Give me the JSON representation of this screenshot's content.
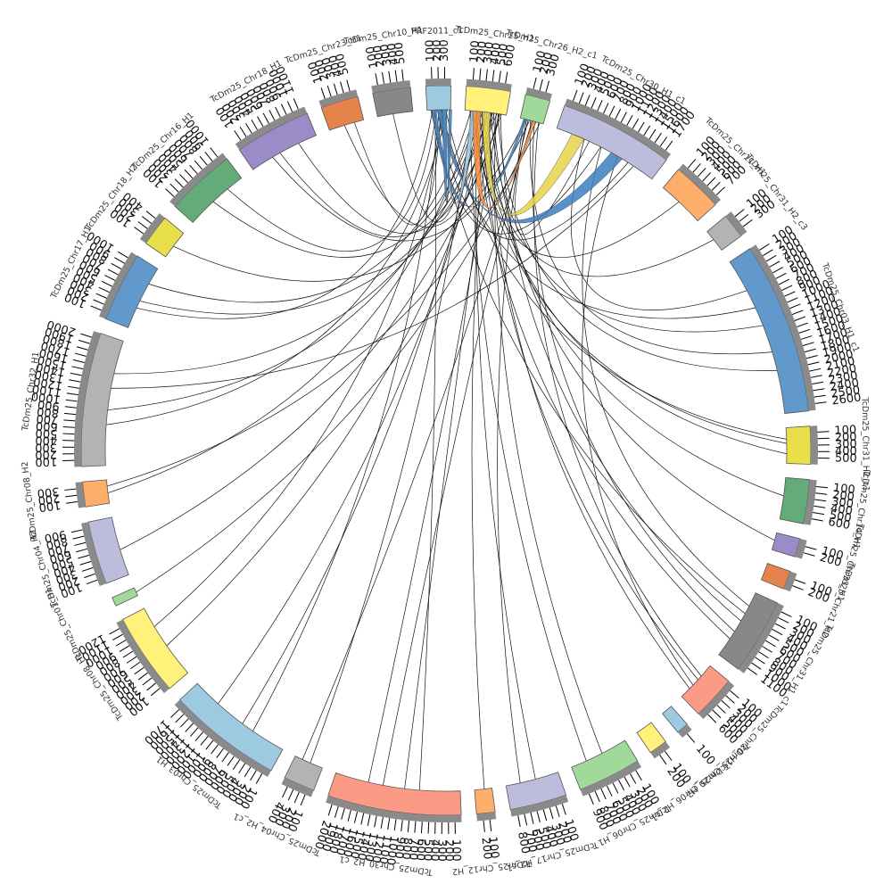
{
  "diagram": {
    "type": "circos",
    "colors": {
      "background": "#ffffff",
      "link": "#111111",
      "ribbon_blue": "#3c7fbf",
      "ribbon_light_blue": "#9ecae1",
      "ribbon_orange": "#fd8d3c",
      "ribbon_yellow": "#e6d448"
    },
    "segments": [
      {
        "label": "PRF2011_c1",
        "color": "#9ecae1",
        "ticks": [
          "100",
          "200",
          "300"
        ]
      },
      {
        "label": "TcDm25_Chr25_H1",
        "color": "#fff17a",
        "ticks": [
          "100",
          "200",
          "300",
          "400",
          "500",
          "600"
        ]
      },
      {
        "label": "TcDm25_Chr26_H2_c1",
        "color": "#a1d99b",
        "ticks": [
          "100",
          "200",
          "300"
        ]
      },
      {
        "label": "TcDm25_Chr30_H1_c1",
        "color": "#bcbddc",
        "ticks": [
          "100",
          "200",
          "300",
          "400",
          "500",
          "600",
          "700",
          "800",
          "900",
          "1000",
          "1100",
          "1200",
          "1300",
          "1400",
          "1500",
          "1600",
          "1700"
        ]
      },
      {
        "label": "TcDm25_Chr11_H1",
        "color": "#fdae6b",
        "ticks": [
          "100",
          "200",
          "300",
          "400",
          "500",
          "600",
          "700"
        ]
      },
      {
        "label": "TcDm25_Chr31_H2_c3",
        "color": "#b3b3b3",
        "ticks": [
          "100",
          "200",
          "300"
        ]
      },
      {
        "label": "TcDm25_Chr03_H1_c1",
        "color": "#6199cc",
        "ticks": [
          "100",
          "200",
          "300",
          "400",
          "500",
          "600",
          "700",
          "800",
          "900",
          "1000",
          "1100",
          "1200",
          "1300",
          "1400",
          "1500",
          "1600",
          "1700",
          "1800",
          "1900",
          "2000",
          "2100",
          "2200",
          "2300",
          "2400",
          "2500",
          "2600"
        ]
      },
      {
        "label": "TcDm25_Chr31_H2_c1",
        "color": "#e9df4a",
        "ticks": [
          "100",
          "200",
          "300",
          "400",
          "500"
        ]
      },
      {
        "label": "TcDm25_Chr14_H1",
        "color": "#63ab79",
        "ticks": [
          "100",
          "200",
          "300",
          "400",
          "500",
          "600"
        ]
      },
      {
        "label": "TcDm25_Chr33_H1",
        "color": "#9b8bc6",
        "ticks": [
          "100",
          "200"
        ]
      },
      {
        "label": "TcDm25_Chr21_H2",
        "color": "#e5834d",
        "ticks": [
          "100",
          "200"
        ]
      },
      {
        "label": "TcDm25_Chr31_H1_c1",
        "color": "#888888",
        "ticks": [
          "100",
          "200",
          "300",
          "400",
          "500",
          "600",
          "700",
          "800",
          "900",
          "1000",
          "1100"
        ]
      },
      {
        "label": "TcDm25_Chr20_H1",
        "color": "#fb9a85",
        "ticks": [
          "100",
          "200",
          "300",
          "400",
          "500",
          "600"
        ]
      },
      {
        "label": "TcDm25_Chr20_H2",
        "color": "#9ecae1",
        "ticks": [
          "100"
        ]
      },
      {
        "label": "TcDm25_Chr06_H2_c1",
        "color": "#fff17a",
        "ticks": [
          "100",
          "200"
        ]
      },
      {
        "label": "TcDm25_Chr06_H1",
        "color": "#a1d99b",
        "ticks": [
          "100",
          "200",
          "300",
          "400",
          "500",
          "600",
          "700",
          "800",
          "900"
        ]
      },
      {
        "label": "TcDm25_Chr17_H2_c1",
        "color": "#bcbddc",
        "ticks": [
          "100",
          "200",
          "300",
          "400",
          "500",
          "600",
          "700",
          "800"
        ]
      },
      {
        "label": "TcDm25_Chr12_H2",
        "color": "#fdae6b",
        "ticks": [
          "100",
          "200"
        ]
      },
      {
        "label": "TcDm25_Chr30_H2_c1",
        "color": "#fb9a85",
        "ticks": [
          "100",
          "200",
          "300",
          "400",
          "500",
          "600",
          "700",
          "800",
          "900",
          "1000",
          "1100",
          "1200",
          "1300",
          "1400",
          "1500",
          "1600",
          "1700",
          "1800",
          "1900",
          "2000"
        ]
      },
      {
        "label": "TcDm25_Chr04_H2_c1",
        "color": "#b3b3b3",
        "ticks": [
          "100",
          "200",
          "300",
          "400"
        ]
      },
      {
        "label": "TcDm25_Chr03_H1",
        "color": "#9ecae1",
        "ticks": [
          "100",
          "200",
          "300",
          "400",
          "500",
          "600",
          "700",
          "800",
          "900",
          "1000",
          "1100",
          "1200",
          "1300",
          "1400",
          "1500",
          "1600",
          "1700"
        ]
      },
      {
        "label": "TcDm25_Chr08_H1",
        "color": "#fff17a",
        "ticks": [
          "100",
          "200",
          "300",
          "400",
          "500",
          "600",
          "700",
          "800",
          "900",
          "1000",
          "1100",
          "1200"
        ]
      },
      {
        "label": "TcDm25_Chr01_H1",
        "color": "#a1d99b",
        "ticks": []
      },
      {
        "label": "TcDm25_Chr04_H2",
        "color": "#bcbddc",
        "ticks": [
          "100",
          "200",
          "300",
          "400",
          "500",
          "600",
          "700",
          "800",
          "900"
        ]
      },
      {
        "label": "TcDm25_Chr08_H2",
        "color": "#fdae6b",
        "ticks": [
          "100",
          "200",
          "300"
        ]
      },
      {
        "label": "TcDm25_Chr32_H1",
        "color": "#b3b3b3",
        "ticks": [
          "100",
          "200",
          "300",
          "400",
          "500",
          "600",
          "700",
          "800",
          "900",
          "1000",
          "1100",
          "1200",
          "1300",
          "1400",
          "1500",
          "1600",
          "1700",
          "1800",
          "1900",
          "2000"
        ]
      },
      {
        "label": "TcDm25_Chr17_H1",
        "color": "#6199cc",
        "ticks": [
          "100",
          "200",
          "300",
          "400",
          "500",
          "600",
          "700",
          "800",
          "900",
          "1000"
        ]
      },
      {
        "label": "TcDm25_Chr18_H2",
        "color": "#e9df4a",
        "ticks": [
          "100",
          "200",
          "300",
          "400"
        ]
      },
      {
        "label": "TcDm25_Chr16_H1",
        "color": "#63ab79",
        "ticks": [
          "100",
          "200",
          "300",
          "400",
          "500",
          "600",
          "700",
          "800",
          "900",
          "1000"
        ]
      },
      {
        "label": "TcDm25_Chr18_H1",
        "color": "#9b8bc6",
        "ticks": [
          "100",
          "200",
          "300",
          "400",
          "500",
          "600",
          "700",
          "800",
          "900",
          "1000",
          "1100"
        ]
      },
      {
        "label": "TcDm25_Chr23_H1",
        "color": "#e5834d",
        "ticks": [
          "100",
          "200",
          "300",
          "400",
          "500"
        ]
      },
      {
        "label": "TcDm25_Chr10_H1",
        "color": "#888888",
        "ticks": [
          "100",
          "200",
          "300",
          "400",
          "500"
        ]
      }
    ],
    "links": [
      {
        "from": 1,
        "to": 4
      },
      {
        "from": 1,
        "to": 5
      },
      {
        "from": 1,
        "to": 6
      },
      {
        "from": 1,
        "to": 6
      },
      {
        "from": 1,
        "to": 7
      },
      {
        "from": 1,
        "to": 7
      },
      {
        "from": 1,
        "to": 8
      },
      {
        "from": 1,
        "to": 9
      },
      {
        "from": 1,
        "to": 11
      },
      {
        "from": 1,
        "to": 11
      },
      {
        "from": 1,
        "to": 12
      },
      {
        "from": 1,
        "to": 12
      },
      {
        "from": 1,
        "to": 15
      },
      {
        "from": 1,
        "to": 15
      },
      {
        "from": 1,
        "to": 16
      },
      {
        "from": 1,
        "to": 17
      },
      {
        "from": 1,
        "to": 18
      },
      {
        "from": 1,
        "to": 18
      },
      {
        "from": 1,
        "to": 19
      },
      {
        "from": 1,
        "to": 20
      },
      {
        "from": 1,
        "to": 20
      },
      {
        "from": 1,
        "to": 21
      },
      {
        "from": 1,
        "to": 23
      },
      {
        "from": 1,
        "to": 24
      },
      {
        "from": 1,
        "to": 25
      },
      {
        "from": 1,
        "to": 25
      },
      {
        "from": 1,
        "to": 26
      },
      {
        "from": 1,
        "to": 26
      },
      {
        "from": 1,
        "to": 28
      },
      {
        "from": 1,
        "to": 29
      },
      {
        "from": 1,
        "to": 29
      },
      {
        "from": 1,
        "to": 30
      },
      {
        "from": 1,
        "to": 31
      },
      {
        "from": 0,
        "to": 3
      },
      {
        "from": 0,
        "to": 3
      },
      {
        "from": 0,
        "to": 6
      },
      {
        "from": 0,
        "to": 7
      },
      {
        "from": 0,
        "to": 11
      },
      {
        "from": 0,
        "to": 18
      },
      {
        "from": 0,
        "to": 20
      },
      {
        "from": 0,
        "to": 21
      },
      {
        "from": 0,
        "to": 25
      },
      {
        "from": 0,
        "to": 26
      },
      {
        "from": 0,
        "to": 28
      },
      {
        "from": 0,
        "to": 30
      },
      {
        "from": 2,
        "to": 3
      },
      {
        "from": 2,
        "to": 6
      },
      {
        "from": 2,
        "to": 11
      },
      {
        "from": 2,
        "to": 12
      },
      {
        "from": 2,
        "to": 16
      },
      {
        "from": 2,
        "to": 18
      },
      {
        "from": 2,
        "to": 19
      },
      {
        "from": 2,
        "to": 22
      },
      {
        "from": 2,
        "to": 24
      },
      {
        "from": 2,
        "to": 27
      },
      {
        "from": 2,
        "to": 29
      },
      {
        "from": 3,
        "to": 6
      },
      {
        "from": 3,
        "to": 11
      },
      {
        "from": 3,
        "to": 12
      },
      {
        "from": 3,
        "to": 25
      }
    ],
    "ribbons": [
      {
        "from": 0,
        "to": 2,
        "color": "#3c7fbf"
      },
      {
        "from": 0,
        "to": 3,
        "color": "#3c7fbf"
      },
      {
        "from": 0,
        "to": 1,
        "color": "#9ecae1"
      },
      {
        "from": 1,
        "to": 2,
        "color": "#fd8d3c"
      },
      {
        "from": 1,
        "to": 3,
        "color": "#e6d448"
      },
      {
        "from": 0,
        "to": 0,
        "color": "#3c7fbf"
      }
    ]
  }
}
